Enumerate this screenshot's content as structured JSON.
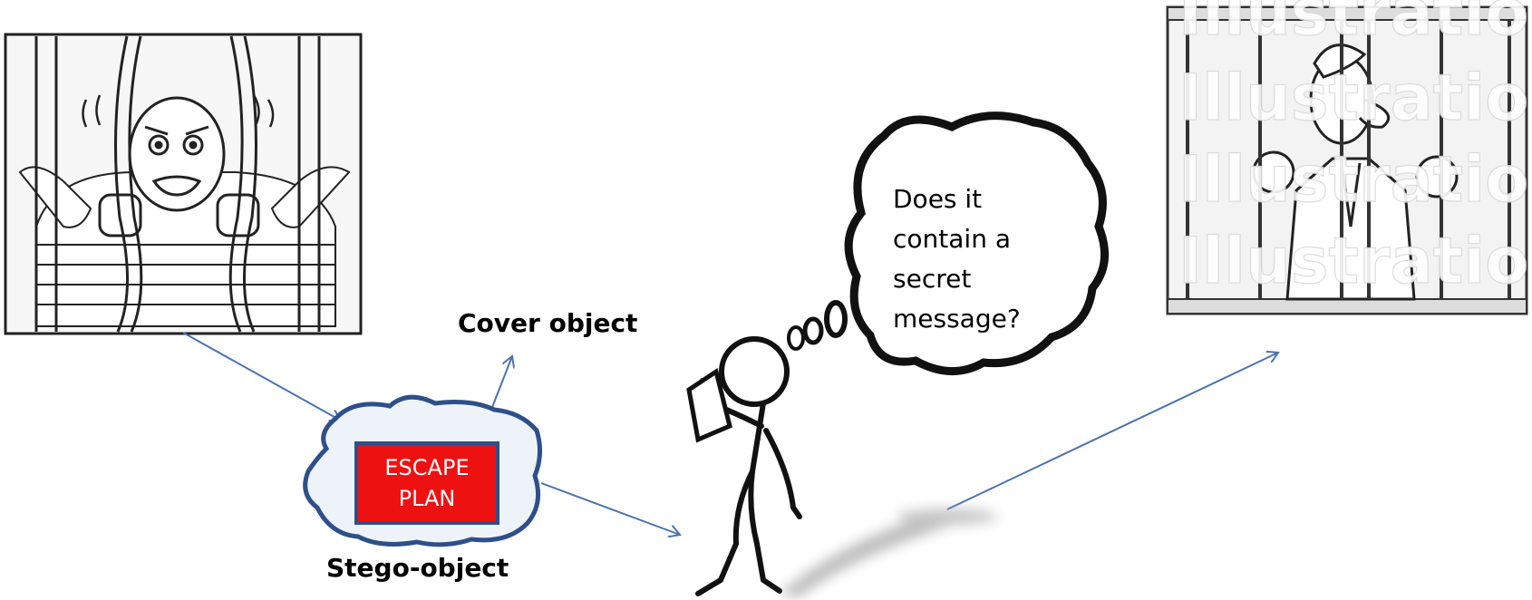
{
  "labels": {
    "cover_object": "Cover object",
    "stego_object": "Stego-object",
    "plan_line1": "ESCAPE",
    "plan_line2": "PLAN"
  },
  "thought": {
    "line1": "Does it",
    "line2": "contain a",
    "line3": "secret",
    "line4": "message?"
  },
  "watermark": "Illustrations of",
  "colors": {
    "arrow": "#4a72b0",
    "plan_fill": "#ee1111",
    "blob_outline": "#2e4f8a",
    "blob_fill": "#eef3fa"
  }
}
